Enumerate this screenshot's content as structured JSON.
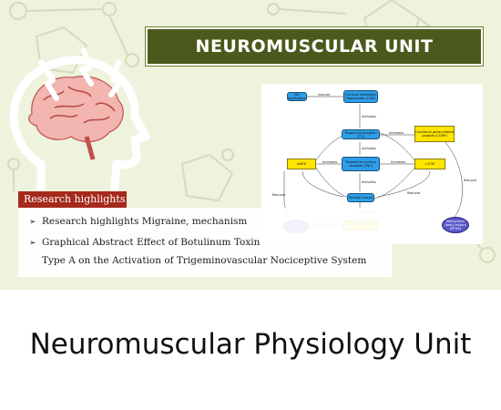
{
  "header": {
    "title": "NEUROMUSCULAR  UNIT"
  },
  "highlights": {
    "label": "Research highlights",
    "items": [
      "Research highlights Migraine, mechanism",
      "Graphical Abstract Effect of Botulinum Toxin",
      "Type A on the Activation of  Trigeminovascular Nociceptive System"
    ]
  },
  "flowchart": {
    "nodes": {
      "no_application": "NO application",
      "cortical_spreading": "Cortical Spreading Depression (CSD)",
      "trigeminal_ganglion": "Trigeminal ganglion (TG)",
      "cgrp": "Calcitonin gene-related peptide (CGRP)",
      "nnos": "nNOS",
      "tnc": "Trigeminal nucleus caudalis (TNC)",
      "c_fos": "c-FOS",
      "parietal_cortex": "Parietal cortex",
      "btxa": "BTXA",
      "blood_flow": "Increased blood flow",
      "behavioral": "Behavioral (test) factors (BTXA)"
    },
    "edges": {
      "induces1": "Induces",
      "activates1": "Activates",
      "increases1": "Increases",
      "activates2": "Activates",
      "increases2": "Increases",
      "increases3": "Increases",
      "activates3": "Activates",
      "reduces1": "Reduces",
      "reduces2": "Reduces",
      "reduces3": "Reduces",
      "reduces4": "Reduces",
      "induces2": "Induces"
    }
  },
  "footer": {
    "title": "Neuromuscular Physiology Unit"
  },
  "colors": {
    "banner_bg": "#eef3dd",
    "title_box": "#4b5a1c",
    "highlight_label": "#a52a1c",
    "node_blue": "#2f9ee8",
    "node_yellow": "#ffe500",
    "node_purple": "#5a57c8"
  }
}
